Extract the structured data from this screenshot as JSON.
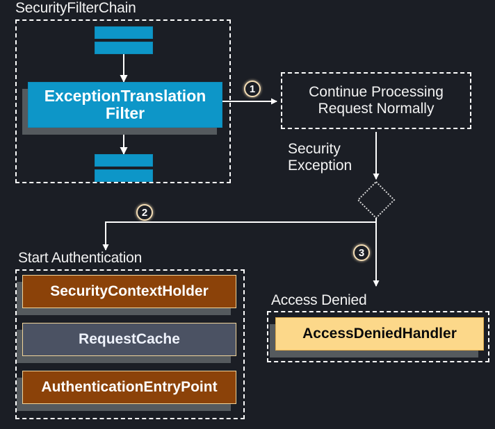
{
  "diagram": {
    "title_visible": false,
    "background_color": "#1b1e25",
    "groups": {
      "filter_chain": {
        "label": "SecurityFilterChain"
      },
      "start_auth": {
        "label": "Start Authentication"
      },
      "access_denied": {
        "label": "Access Denied"
      }
    },
    "nodes": {
      "exception_translation_filter": {
        "label": "ExceptionTranslation Filter",
        "line1": "ExceptionTranslation",
        "line2": "Filter",
        "color": "#0d96c8"
      },
      "continue_processing": {
        "line1": "Continue Processing",
        "line2": "Request Normally"
      },
      "security_context_holder": {
        "label": "SecurityContextHolder",
        "color": "#8b4209"
      },
      "request_cache": {
        "label": "RequestCache",
        "color": "#4b5263"
      },
      "authentication_entry_point": {
        "label": "AuthenticationEntryPoint",
        "color": "#8b4209"
      },
      "access_denied_handler": {
        "label": "AccessDeniedHandler",
        "color": "#fcd88a"
      }
    },
    "edges": {
      "security_exception_label_line1": "Security",
      "security_exception_label_line2": "Exception"
    },
    "steps": [
      {
        "id": 1,
        "text": "①"
      },
      {
        "id": 2,
        "text": "②"
      },
      {
        "id": 3,
        "text": "③"
      }
    ],
    "step_labels": {
      "one": "1",
      "two": "2",
      "three": "3"
    }
  }
}
